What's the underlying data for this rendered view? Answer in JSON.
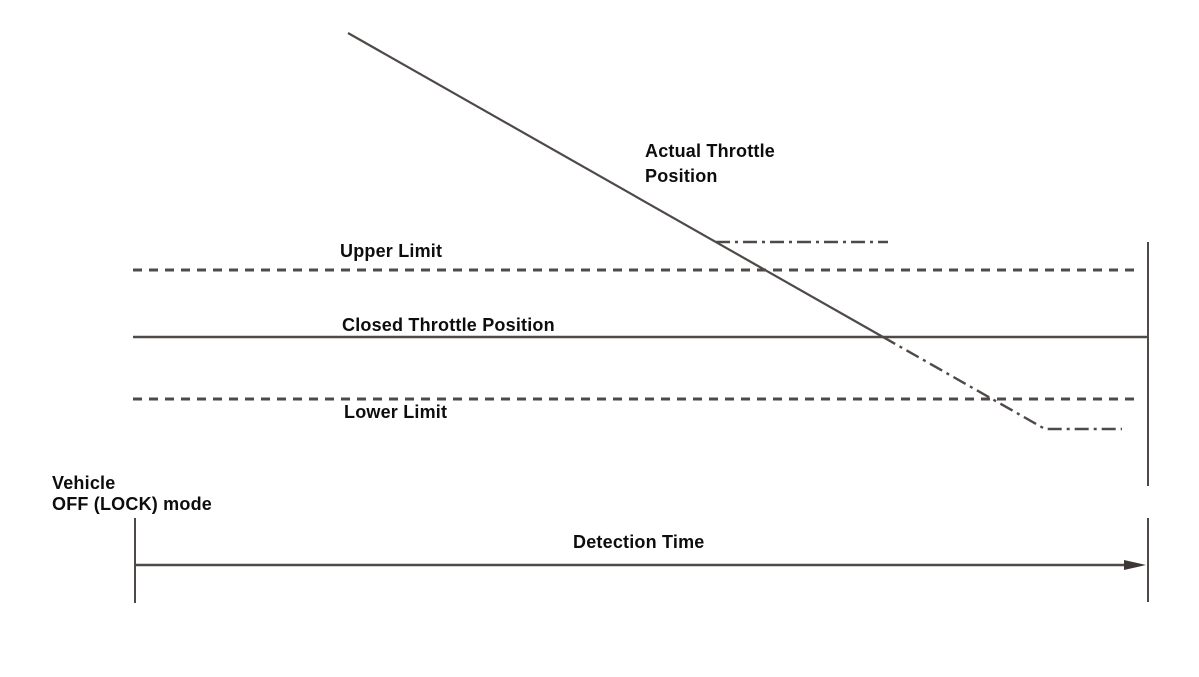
{
  "figure": {
    "description": "Throttle position fail-safe / detection timing schematic",
    "labels": {
      "actual_throttle_line1": "Actual Throttle",
      "actual_throttle_line2": "Position",
      "upper_limit": "Upper Limit",
      "closed_throttle_position": "Closed Throttle Position",
      "lower_limit": "Lower Limit",
      "vehicle_mode_line1": "Vehicle",
      "vehicle_mode_line2": "OFF (LOCK) mode",
      "detection_time": "Detection Time"
    },
    "lines": {
      "actual_throttle": "diagonal decreasing, solid then dash-dot, levels off below lower limit",
      "upper_limit": "horizontal dashed reference line",
      "closed_throttle_position": "horizontal solid reference line",
      "lower_limit": "horizontal dashed reference line",
      "upper_dashdot_segment": "short horizontal dash-dot segment branching right from actual throttle trace above upper limit",
      "detection_time_axis": "horizontal arrow from vehicle OFF (LOCK) tick to right end tick"
    },
    "colors": {
      "background": "#ffffff",
      "line": "#4f4a47",
      "text": "#0d0d0d"
    }
  }
}
